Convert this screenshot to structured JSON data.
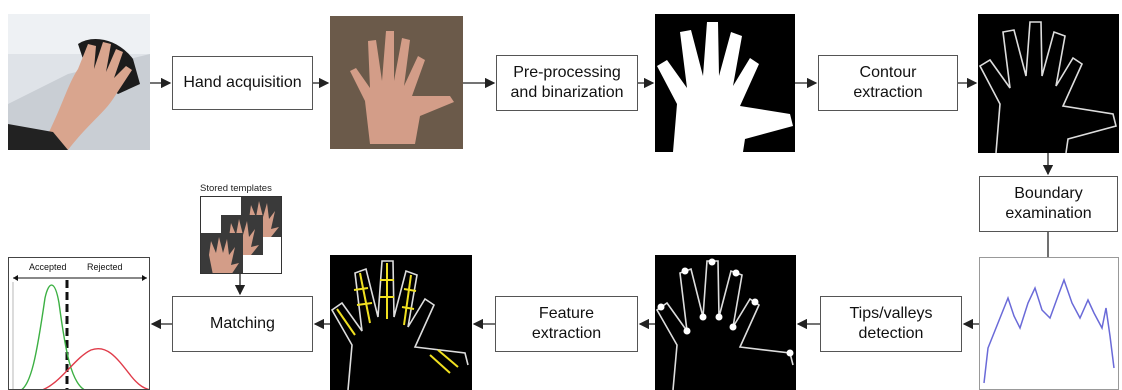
{
  "steps": {
    "hand_acquisition": "Hand acquisition",
    "preprocessing": "Pre-processing\nand binarization",
    "contour": "Contour\nextraction",
    "boundary": "Boundary\nexamination",
    "tips": "Tips/valleys\ndetection",
    "feature": "Feature\nextraction",
    "matching": "Matching"
  },
  "stored_templates_label": "Stored templates",
  "score_plot": {
    "accepted_label": "Accepted",
    "rejected_label": "Rejected"
  },
  "colors": {
    "genuine_curve": "#3cb043",
    "impostor_curve": "#e03c4a",
    "boundary_signal": "#6a6ad8",
    "feature_lines": "#f0e020"
  }
}
